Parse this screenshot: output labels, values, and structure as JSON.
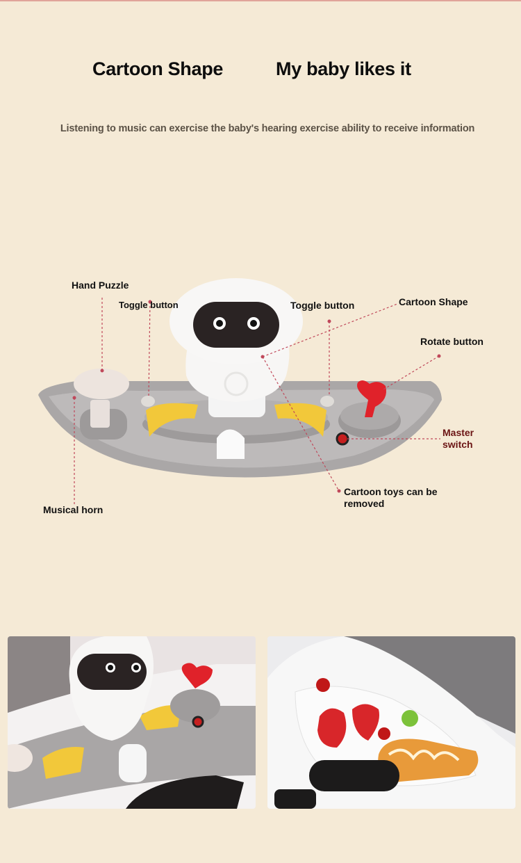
{
  "header": {
    "title_left": "Cartoon Shape",
    "title_right": "My baby likes it",
    "subtitle": "Listening to music can exercise the baby's hearing exercise ability to receive information"
  },
  "callouts": {
    "hand_puzzle": "Hand Puzzle",
    "toggle_left": "Toggle button",
    "toggle_right": "Toggle button",
    "cartoon_shape": "Cartoon Shape",
    "rotate_button": "Rotate button",
    "master_switch_1": "Master",
    "master_switch_2": "switch",
    "toys_removed_1": "Cartoon toys can be",
    "toys_removed_2": "removed",
    "musical_horn": "Musical horn"
  },
  "colors": {
    "background": "#f5ead6",
    "leader": "#c0485a",
    "tray": "#a9a6a6",
    "yellow": "#f2c83a",
    "red": "#e0222a"
  }
}
